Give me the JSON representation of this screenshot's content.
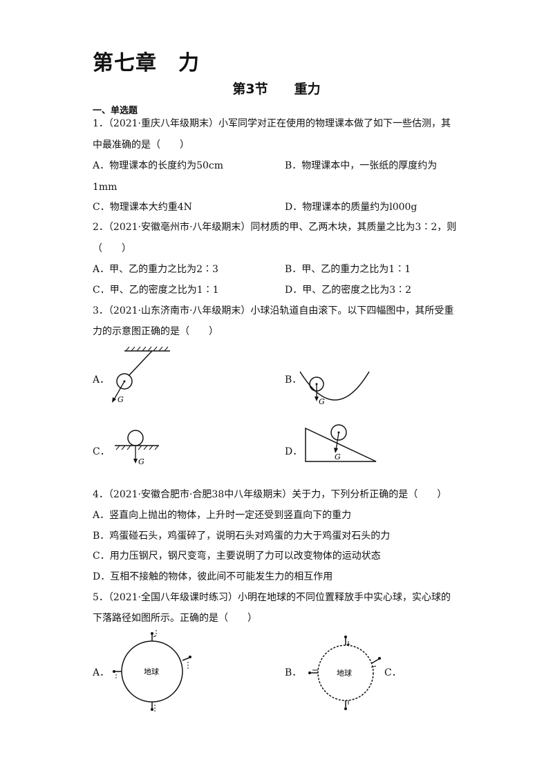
{
  "chapter_title": "第七章　力",
  "section_title": "第3节　　重力",
  "section_heading": "一、单选题",
  "q1": {
    "stem_line1": "1．（2021·重庆八年级期末）小军同学对正在使用的物理课本做了如下一些估测，其",
    "stem_line2": "中最准确的是（　　）",
    "opt_a": "A．物理课本的长度约为50cm",
    "opt_b_line1": "B．物理课本中，一张纸的厚度约为",
    "opt_b_line2": "1mm",
    "opt_c": "C．物理课本大约重4N",
    "opt_d": "D．物理课本的质量约为l000g"
  },
  "q2": {
    "stem_line1": "2．（2021·安徽亳州市·八年级期末）同材质的甲、乙两木块，其质量之比为3∶2，则",
    "stem_line2": "（　　）",
    "opt_a": "A．甲、乙的重力之比为2∶3",
    "opt_b": "B．甲、乙的重力之比为1∶1",
    "opt_c": "C．甲、乙的密度之比为1∶1",
    "opt_d": "D．甲、乙的密度之比为3∶2"
  },
  "q3": {
    "stem_line1": "3．（2021·山东济南市·八年级期末）小球沿轨道自由滚下。以下四幅图中，其所受重",
    "stem_line2": "力的示意图正确的是（　　）",
    "opt_a": "A．",
    "opt_b": "B．",
    "opt_c": "C．",
    "opt_d": "D．",
    "force_label": "G"
  },
  "q4": {
    "stem": "4．（2021·安徽合肥市·合肥38中八年级期末）关于力，下列分析正确的是（　　）",
    "opt_a": "A．竖直向上抛出的物体，上升时一定还受到竖直向下的重力",
    "opt_b": "B．鸡蛋碰石头，鸡蛋碎了，说明石头对鸡蛋的力大于鸡蛋对石头的力",
    "opt_c": "C．用力压钢尺，钢尺变弯，主要说明了力可以改变物体的运动状态",
    "opt_d": "D．互相不接触的物体，彼此间不可能发生力的相互作用"
  },
  "q5": {
    "stem_line1": "5．（2021·全国八年级课时练习）小明在地球的不同位置释放手中实心球，实心球的",
    "stem_line2": "下落路径如图所示。正确的是（　　）",
    "opt_a": "A．",
    "opt_b": "B．",
    "opt_c": "C．",
    "earth_label": "地球"
  }
}
